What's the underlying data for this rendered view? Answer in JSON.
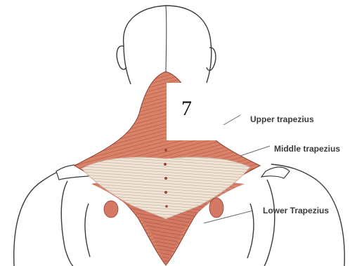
{
  "labels": {
    "upper": "Upper trapezius",
    "middle": "Middle trapezius",
    "lower": "Lower Trapezius"
  },
  "figure_number": "7",
  "colors": {
    "muscle": "#d9826a",
    "muscle_dark": "#b5543d",
    "tendon": "#efe3d6",
    "outline": "#3a3a3a"
  }
}
